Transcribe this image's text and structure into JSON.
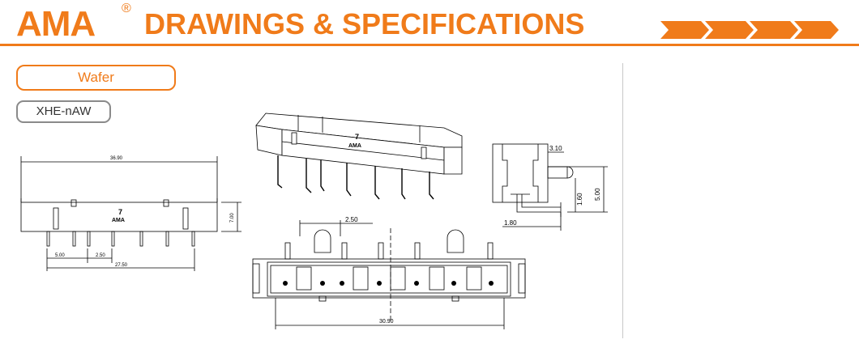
{
  "header": {
    "brand": "AMA",
    "registered": "®",
    "title": "DRAWINGS & SPECIFICATIONS"
  },
  "labels": {
    "category": "Wafer",
    "part": "XHE-nAW"
  },
  "drawings": {
    "front": {
      "overall_width": "36.90",
      "height": "7.00",
      "pitch": "2.50",
      "offset": "5.00",
      "span": "27.50",
      "marking_number": "7",
      "marking_brand": "AMA"
    },
    "iso": {
      "marking_number": "7",
      "marking_brand": "AMA"
    },
    "side": {
      "dim_a": "3.10",
      "dim_b": "5.00",
      "dim_c": "1.60",
      "dim_d": "1.80"
    },
    "top": {
      "pitch": "2.50",
      "length": "30.90"
    }
  },
  "colors": {
    "accent": "#f07b1a",
    "line": "#000000"
  }
}
